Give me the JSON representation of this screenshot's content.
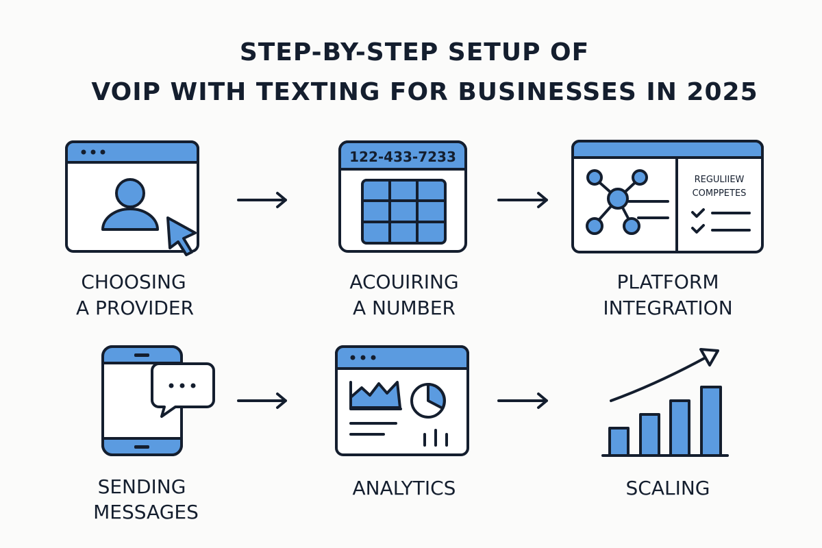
{
  "title": {
    "line1": "STEP-BY-STEP SETUP OF",
    "line2": "VOIP WITH TEXTING FOR BUSINESSES IN 2025"
  },
  "colors": {
    "accent": "#5b9be0",
    "ink": "#141e2e",
    "background": "#fbfbfa"
  },
  "steps": [
    {
      "icon": "browser-user-cursor-icon",
      "label1": "CHOOSING",
      "label2": "A PROVIDER"
    },
    {
      "icon": "phone-number-keypad-icon",
      "label1": "ACOUIRING",
      "label2": "A NUMBER",
      "number": "122-433-7233"
    },
    {
      "icon": "integration-network-icon",
      "label1": "PLATFORM",
      "label2": "INTEGRATION",
      "panel_line1": "REGULIIEW",
      "panel_line2": "COMPPETES"
    },
    {
      "icon": "phone-chat-icon",
      "label1": "SENDING",
      "label2": "MESSAGES"
    },
    {
      "icon": "analytics-dashboard-icon",
      "label1": "ANALYTICS"
    },
    {
      "icon": "growth-bar-chart-icon",
      "label1": "SCALING"
    }
  ]
}
